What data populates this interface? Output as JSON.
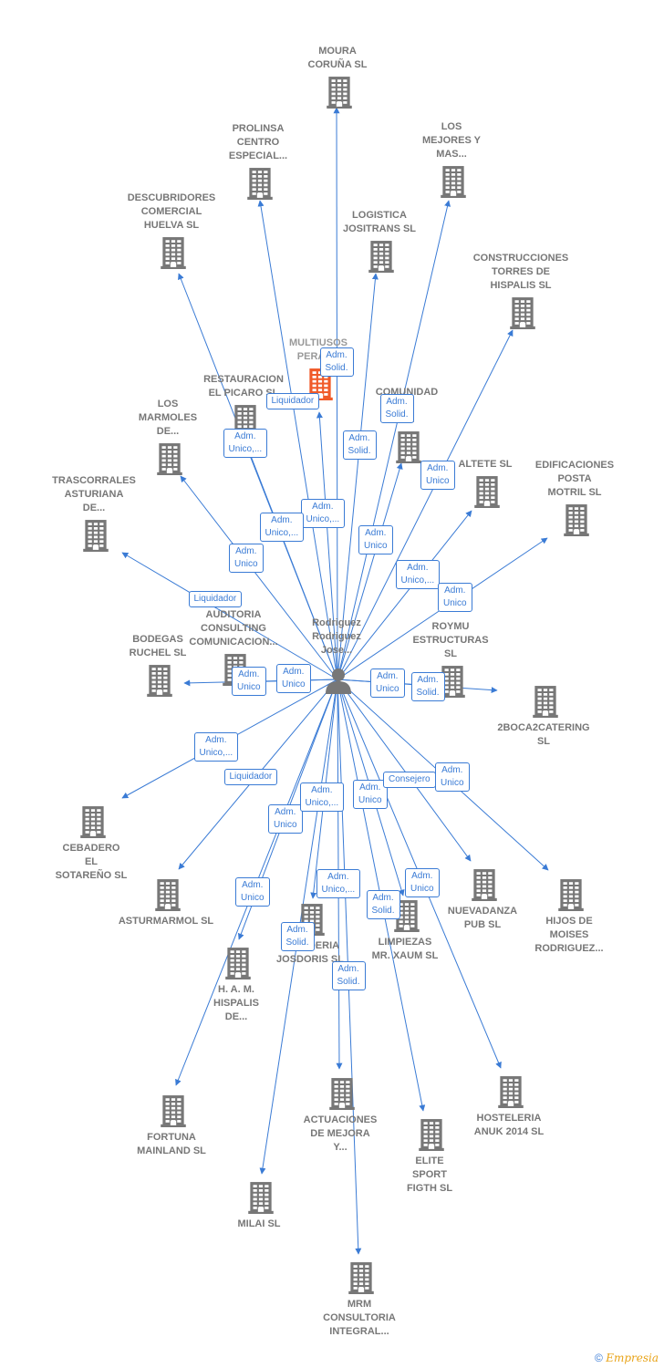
{
  "colors": {
    "edge": "#3a7bd5",
    "building": "#777777",
    "highlight": "#f05a28",
    "label": "#777777"
  },
  "center": {
    "name": "Rodriguez\nRodriguez\nJose...",
    "icon": "person-icon"
  },
  "nodes": [
    {
      "id": "moura",
      "label": "MOURA\nCORUÑA  SL",
      "icon": "building-icon"
    },
    {
      "id": "prolinsa",
      "label": "PROLINSA\nCENTRO\nESPECIAL...",
      "icon": "building-icon"
    },
    {
      "id": "mejores",
      "label": "LOS\nMEJORES Y\nMAS...",
      "icon": "building-icon"
    },
    {
      "id": "descubridores",
      "label": "DESCUBRIDORES\nCOMERCIAL\nHUELVA  SL",
      "icon": "building-icon"
    },
    {
      "id": "logistica",
      "label": "LOGISTICA\nJOSITRANS  SL",
      "icon": "building-icon"
    },
    {
      "id": "construcciones",
      "label": "CONSTRUCCIONES\nTORRES DE\nHISPALIS SL",
      "icon": "building-icon"
    },
    {
      "id": "multiusos",
      "label": "MULTIUSOS\nPERAL...",
      "icon": "building-icon",
      "highlight": true
    },
    {
      "id": "restauracion",
      "label": "RESTAURACION\nEL PICARO  SL",
      "icon": "building-icon"
    },
    {
      "id": "comunidad",
      "label": "COMUNIDAD\nDE\nB...",
      "icon": "building-icon"
    },
    {
      "id": "marmoles",
      "label": "LOS\nMARMOLES\nDE...",
      "icon": "building-icon"
    },
    {
      "id": "altete",
      "label": "ALTETE  SL",
      "icon": "building-icon"
    },
    {
      "id": "edificaciones",
      "label": "EDIFICACIONES\nPOSTA\nMOTRIL SL",
      "icon": "building-icon"
    },
    {
      "id": "trascorrales",
      "label": "TRASCORRALES\nASTURIANA\nDE...",
      "icon": "building-icon"
    },
    {
      "id": "auditoria",
      "label": "AUDITORIA\nCONSULTING\nCOMUNICACION...",
      "icon": "building-icon"
    },
    {
      "id": "roymu",
      "label": "ROYMU\nESTRUCTURAS\nSL",
      "icon": "building-icon"
    },
    {
      "id": "bodegas",
      "label": "BODEGAS\nRUCHEL SL",
      "icon": "building-icon"
    },
    {
      "id": "boca",
      "label": "2BOCA2CATERING\nSL",
      "icon": "building-icon"
    },
    {
      "id": "cebadero",
      "label": "CEBADERO\nEL\nSOTAREÑO  SL",
      "icon": "building-icon"
    },
    {
      "id": "asturmarmol",
      "label": "ASTURMARMOL SL",
      "icon": "building-icon"
    },
    {
      "id": "nuevadanza",
      "label": "NUEVADANZA\nPUB  SL",
      "icon": "building-icon"
    },
    {
      "id": "hijos",
      "label": "HIJOS DE\nMOISES\nRODRIGUEZ...",
      "icon": "building-icon"
    },
    {
      "id": "heladeria",
      "label": "HELADERIA\nJOSDORIS SL",
      "icon": "building-icon"
    },
    {
      "id": "limpiezas",
      "label": "LIMPIEZAS\nMR.  XAUM SL",
      "icon": "building-icon"
    },
    {
      "id": "ham",
      "label": "H.  A.  M.\nHISPALIS\nDE...",
      "icon": "building-icon"
    },
    {
      "id": "actuaciones",
      "label": "ACTUACIONES\nDE MEJORA\nY...",
      "icon": "building-icon"
    },
    {
      "id": "hosteleria",
      "label": "HOSTELERIA\nANUK 2014  SL",
      "icon": "building-icon"
    },
    {
      "id": "fortuna",
      "label": "FORTUNA\nMAINLAND  SL",
      "icon": "building-icon"
    },
    {
      "id": "elite",
      "label": "ELITE\nSPORT\nFIGTH  SL",
      "icon": "building-icon"
    },
    {
      "id": "milai",
      "label": "MILAI  SL",
      "icon": "building-icon"
    },
    {
      "id": "mrm",
      "label": "MRM\nCONSULTORIA\nINTEGRAL...",
      "icon": "building-icon"
    }
  ],
  "badges": [
    {
      "text": "Adm.\nSolid."
    },
    {
      "text": "Liquidador"
    },
    {
      "text": "Adm.\nSolid."
    },
    {
      "text": "Adm.\nUnico,..."
    },
    {
      "text": "Adm.\nSolid."
    },
    {
      "text": "Adm.\nUnico"
    },
    {
      "text": "Adm.\nUnico,..."
    },
    {
      "text": "Adm.\nUnico,..."
    },
    {
      "text": "Adm.\nUnico"
    },
    {
      "text": "Adm.\nUnico"
    },
    {
      "text": "Adm.\nUnico,..."
    },
    {
      "text": "Adm.\nUnico"
    },
    {
      "text": "Liquidador"
    },
    {
      "text": "Adm.\nUnico"
    },
    {
      "text": "Adm.\nUnico"
    },
    {
      "text": "Adm.\nUnico"
    },
    {
      "text": "Adm.\nSolid."
    },
    {
      "text": "Adm.\nUnico,..."
    },
    {
      "text": "Liquidador"
    },
    {
      "text": "Adm.\nUnico"
    },
    {
      "text": "Adm.\nUnico,..."
    },
    {
      "text": "Adm.\nUnico"
    },
    {
      "text": "Consejero"
    },
    {
      "text": "Adm.\nUnico"
    },
    {
      "text": "Adm.\nUnico"
    },
    {
      "text": "Adm.\nUnico,..."
    },
    {
      "text": "Adm.\nSolid."
    },
    {
      "text": "Adm.\nUnico"
    },
    {
      "text": "Adm.\nSolid."
    },
    {
      "text": "Adm.\nSolid."
    }
  ],
  "footer": {
    "copyright": "©",
    "brand": "Empresia"
  }
}
